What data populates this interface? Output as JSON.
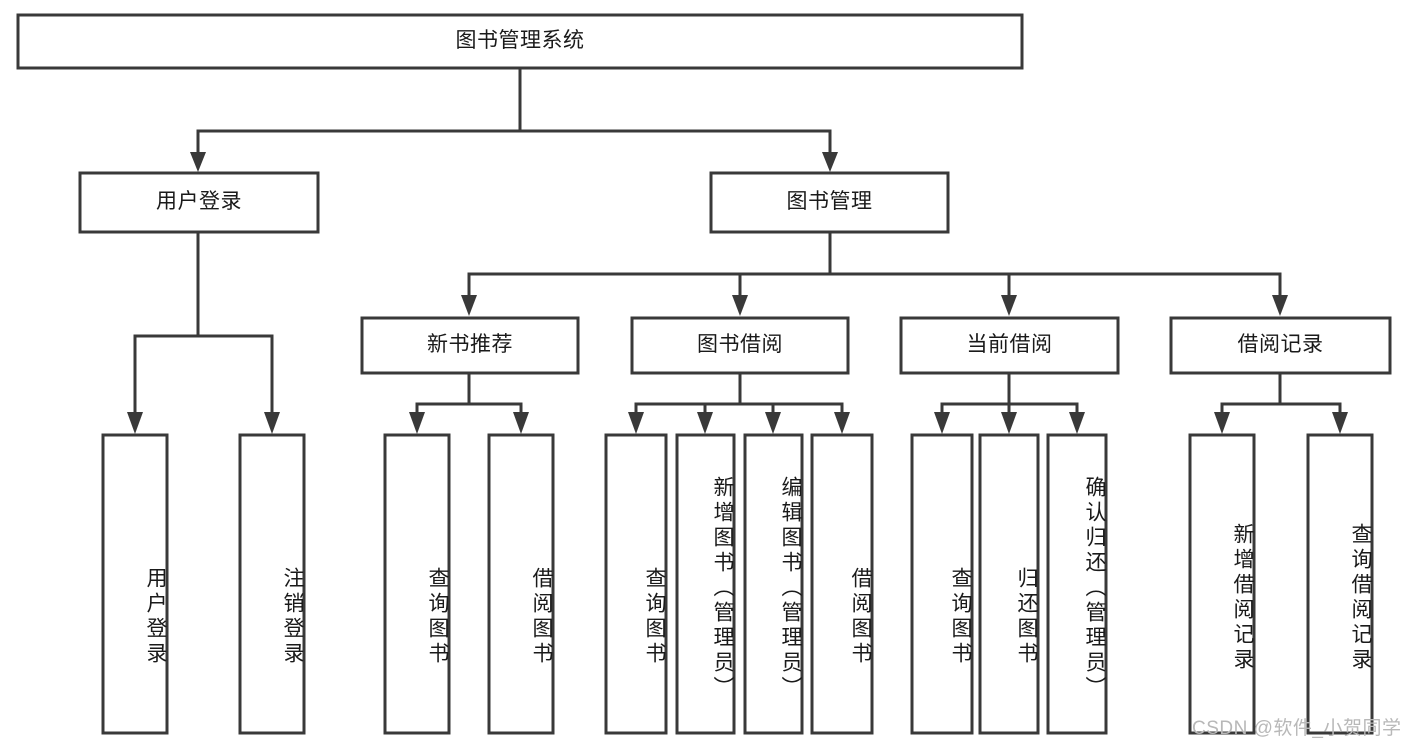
{
  "diagram": {
    "title": "图书管理系统",
    "watermark": "CSDN @软件_小贺同学",
    "colors": {
      "stroke": "#393939",
      "fill": "#ffffff",
      "text": "#1a1a1a",
      "watermark": "#b8b8b8"
    },
    "levels": {
      "root": {
        "label": "图书管理系统"
      },
      "level2": [
        {
          "label": "用户登录"
        },
        {
          "label": "图书管理"
        }
      ],
      "level3": [
        {
          "label": "新书推荐"
        },
        {
          "label": "图书借阅"
        },
        {
          "label": "当前借阅"
        },
        {
          "label": "借阅记录"
        }
      ],
      "leaves": {
        "user_login": [
          {
            "label": "用户登录"
          },
          {
            "label": "注销登录"
          }
        ],
        "new_book_recommend": [
          {
            "label": "查询图书"
          },
          {
            "label": "借阅图书"
          }
        ],
        "book_borrow": [
          {
            "label": "查询图书"
          },
          {
            "label": "新增图书（管理员）"
          },
          {
            "label": "编辑图书（管理员）"
          },
          {
            "label": "借阅图书"
          }
        ],
        "current_borrow": [
          {
            "label": "查询图书"
          },
          {
            "label": "归还图书"
          },
          {
            "label": "确认归还（管理员）"
          }
        ],
        "borrow_record": [
          {
            "label": "新增借阅记录"
          },
          {
            "label": "查询借阅记录"
          }
        ]
      }
    }
  }
}
